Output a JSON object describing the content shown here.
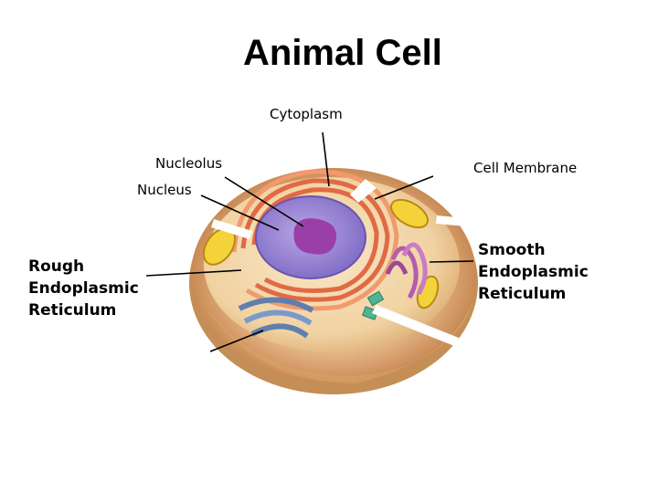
{
  "title": "Animal Cell",
  "labels": {
    "cytoplasm": "Cytoplasm",
    "nucleolus": "Nucleolus",
    "nucleus": "Nucleus",
    "cell_membrane": "Cell Membrane",
    "rough_er": [
      "Rough",
      "Endoplasmic",
      "Reticulum"
    ],
    "smooth_er": [
      "Smooth",
      "Endoplasmic",
      "Reticulum"
    ]
  }
}
